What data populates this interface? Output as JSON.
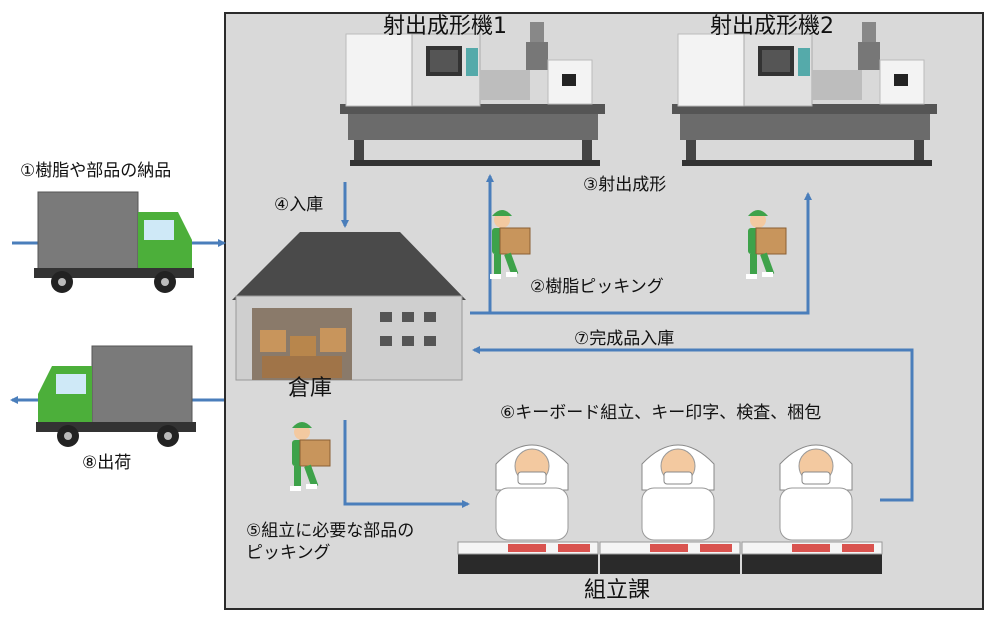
{
  "labels": {
    "machine1": "射出成形機1",
    "machine2": "射出成形機2",
    "step1": "①樹脂や部品の納品",
    "step2": "②樹脂ピッキング",
    "step3": "③射出成形",
    "step4": "④入庫",
    "step5_line1": "⑤組立に必要な部品の",
    "step5_line2": "ピッキング",
    "step6": "⑥キーボード組立、キー印字、検査、梱包",
    "step7": "⑦完成品入庫",
    "step8": "⑧出荷",
    "warehouse": "倉庫",
    "assembly": "組立課"
  },
  "colors": {
    "arrow": "#4a7ebb",
    "truck_green": "#4caf3a",
    "factory_bg": "#d9d9d9",
    "worker_green": "#3ea24a"
  }
}
